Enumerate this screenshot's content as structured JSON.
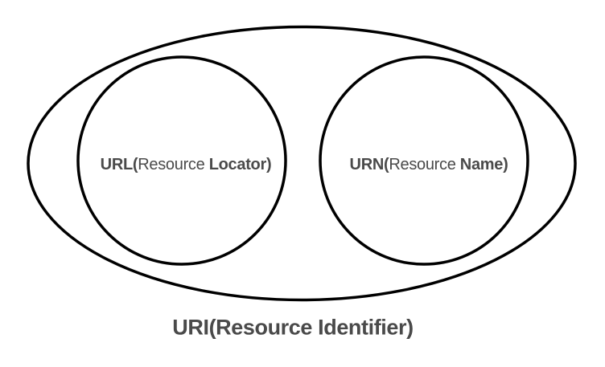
{
  "diagram": {
    "type": "euler-diagram",
    "title": "URI(Resource Identifier)",
    "sets": [
      {
        "id": "url",
        "prefix": "URL(",
        "middle": "Resource ",
        "suffix": "Locator)"
      },
      {
        "id": "urn",
        "prefix": "URN(",
        "middle": "Resource ",
        "suffix": "Name)"
      }
    ],
    "colors": {
      "stroke": "#000000",
      "label": "#4a4a4a",
      "background": "#ffffff"
    }
  }
}
